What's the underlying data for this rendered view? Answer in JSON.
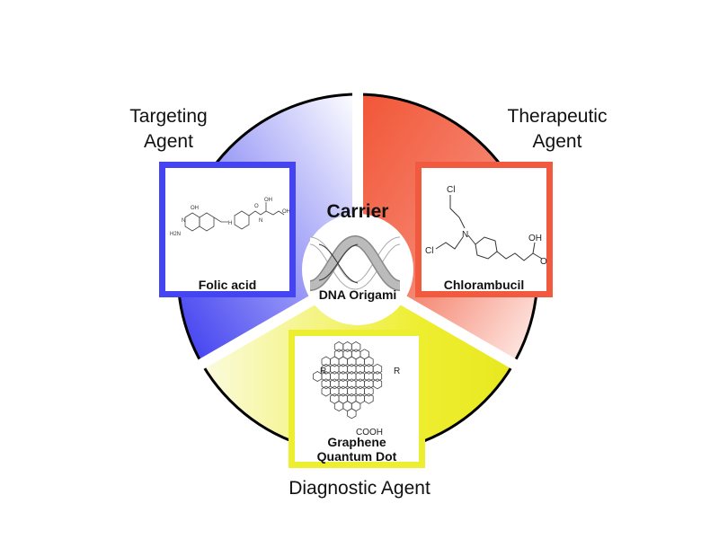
{
  "colors": {
    "targeting": "#4040f0",
    "therapeutic": "#f25a40",
    "diagnostic": "#eeee30",
    "outline": "#000000"
  },
  "labels": {
    "targeting": [
      "Targeting",
      "Agent"
    ],
    "therapeutic": [
      "Therapeutic",
      "Agent"
    ],
    "carrier": "Carrier",
    "diagnostic": "Diagnostic Agent"
  },
  "center": {
    "name": "DNA Origami",
    "icon": "dna-helix-icon"
  },
  "boxes": {
    "targeting": {
      "name": "Folic acid",
      "atoms": [
        "OH",
        "N",
        "N",
        "H2N",
        "N",
        "N",
        "H",
        "O",
        "O",
        "OH",
        "N",
        "H",
        "OH",
        "O"
      ]
    },
    "therapeutic": {
      "name": "Chlorambucil",
      "atoms": [
        "Cl",
        "Cl",
        "N",
        "OH",
        "O"
      ]
    },
    "diagnostic": {
      "name_lines": [
        "Graphene",
        "Quantum Dot"
      ],
      "atoms": [
        "R",
        "R",
        "COOH"
      ]
    }
  }
}
